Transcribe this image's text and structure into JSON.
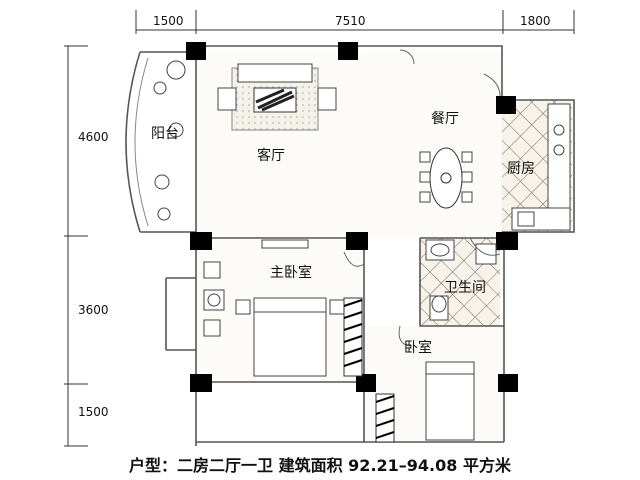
{
  "dimensions": {
    "top": [
      "1500",
      "7510",
      "1800"
    ],
    "left": [
      "4600",
      "3600",
      "1500"
    ]
  },
  "rooms": {
    "balcony": "阳台",
    "living": "客厅",
    "dining": "餐厅",
    "kitchen": "厨房",
    "master": "主卧室",
    "bath": "卫生间",
    "bedroom": "卧室"
  },
  "caption": "户型：二房二厅一卫 建筑面积 92.21–94.08 平方米",
  "colors": {
    "wall": "#000000",
    "line": "#666666",
    "floor": "#fafaf5"
  }
}
